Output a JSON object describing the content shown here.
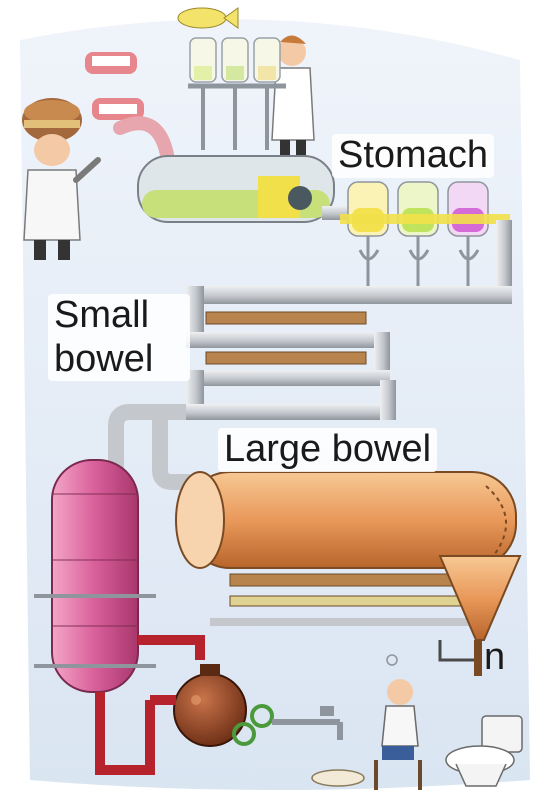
{
  "labels": {
    "stomach": "Stomach",
    "small_bowel_line1": "Small",
    "small_bowel_line2": "bowel",
    "large_bowel": "Large bowel",
    "edge_fragment": "n"
  },
  "colors": {
    "sky": "#dfe8f4",
    "pipe": "#c9ccd1",
    "pipe_dark": "#8f959c",
    "tank_pink": "#d95f9a",
    "large_bowel_orange": "#e9995a",
    "stomach_yellow": "#f4e14f",
    "stomach_green": "#bfe35c",
    "stomach_purple": "#d46bd6",
    "valve_red": "#b7232c"
  },
  "icons": [
    "chef-figure-icon",
    "teeth-icon",
    "fish-icon",
    "scientist-figure-icon",
    "stomach-flasks-icon",
    "tank-icon",
    "boiler-icon",
    "funnel-icon",
    "seated-man-icon",
    "toilet-icon",
    "faucet-icon"
  ]
}
